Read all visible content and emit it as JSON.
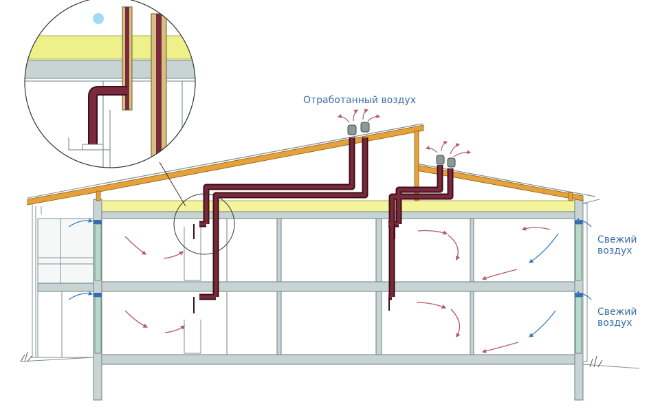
{
  "labels": {
    "exhaust_air": "Отработанный воздух",
    "fresh_air_line1": "Свежий",
    "fresh_air_line2": "воздух"
  },
  "colors": {
    "label_text": "#3a6ea8",
    "duct": "#7a2a3a",
    "duct_dark": "#3d0f1a",
    "insulation": "#f4f59a",
    "insulation_band": "#eef08a",
    "roof_timber": "#e6a23a",
    "structure": "#c8d4d4",
    "structure_line": "#6d7f80",
    "fresh_arrow": "#3a7bbf",
    "exhaust_arrow": "#b45a6a",
    "window_glass": "#b7d9c9",
    "lamp": "#9fdcf2"
  }
}
